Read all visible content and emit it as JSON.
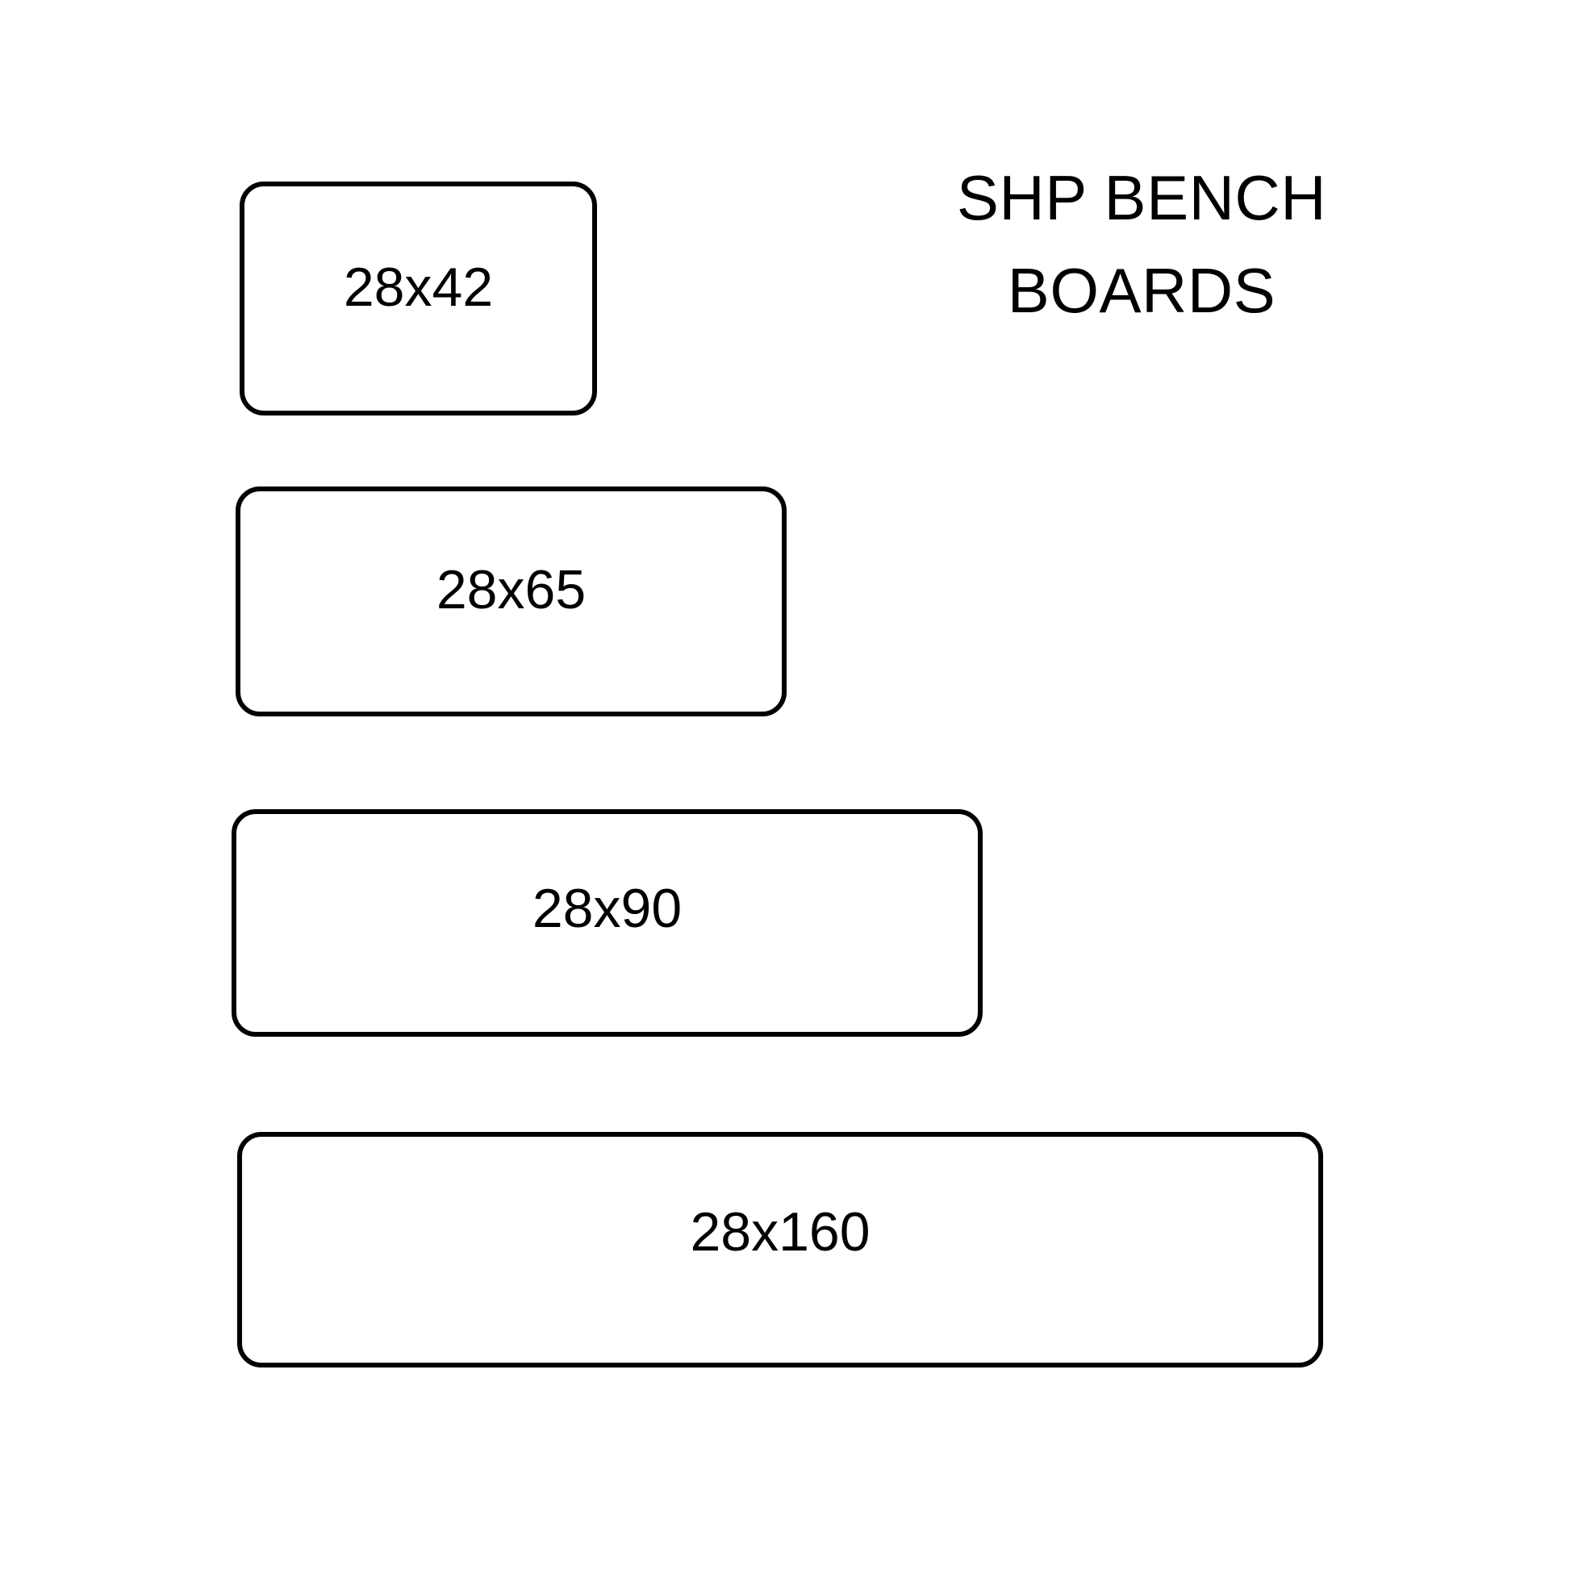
{
  "page": {
    "background_color": "#ffffff",
    "ink_color": "#000000"
  },
  "title": {
    "line1": "SHP BENCH",
    "line2": "BOARDS"
  },
  "boards": [
    {
      "label": "28x42",
      "width_mm": 42,
      "thickness_mm": 28
    },
    {
      "label": "28x65",
      "width_mm": 65,
      "thickness_mm": 28
    },
    {
      "label": "28x90",
      "width_mm": 90,
      "thickness_mm": 28
    },
    {
      "label": "28x160",
      "width_mm": 160,
      "thickness_mm": 28
    }
  ]
}
